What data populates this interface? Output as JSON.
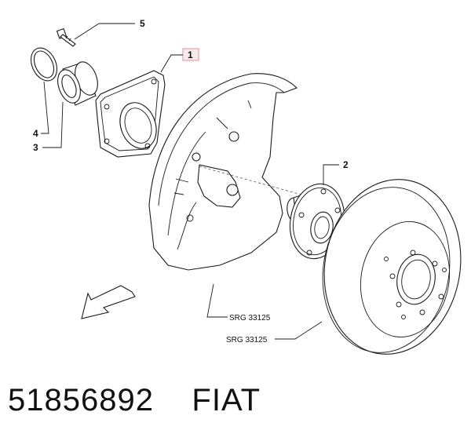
{
  "callouts": {
    "part1": "1",
    "part2": "2",
    "part3": "3",
    "part4": "4",
    "part5": "5"
  },
  "references": {
    "shield": "SRG 33125",
    "disc": "SRG 33125"
  },
  "caption": {
    "part_number": "51856892",
    "brand": "FIAT"
  },
  "colors": {
    "highlight_box": "#e9a0a8",
    "highlight_fill": "#fbeaec"
  }
}
